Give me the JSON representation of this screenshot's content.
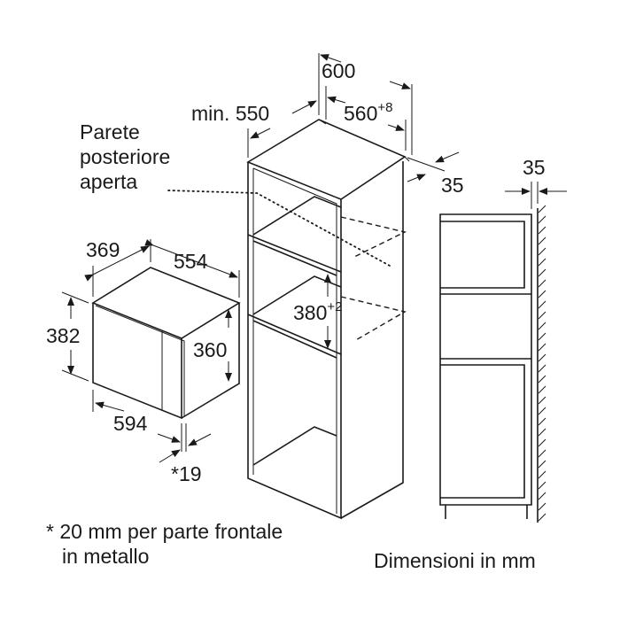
{
  "labels": {
    "width_600": "600",
    "min_label": "min. 550",
    "niche_560": "560",
    "niche_560_tol": "+8",
    "depth_35": "35",
    "wall_35": "35",
    "rear_wall_line1": "Parete",
    "rear_wall_line2": "posteriore",
    "rear_wall_line3": "aperta",
    "depth_369": "369",
    "width_554": "554",
    "height_382": "382",
    "height_360": "360",
    "width_594": "594",
    "front_19": "*19",
    "niche_380": "380",
    "niche_380_tol": "+2",
    "footnote_line1": "* 20 mm per parte frontale",
    "footnote_line2": "in metallo",
    "units": "Dimensioni in mm"
  }
}
